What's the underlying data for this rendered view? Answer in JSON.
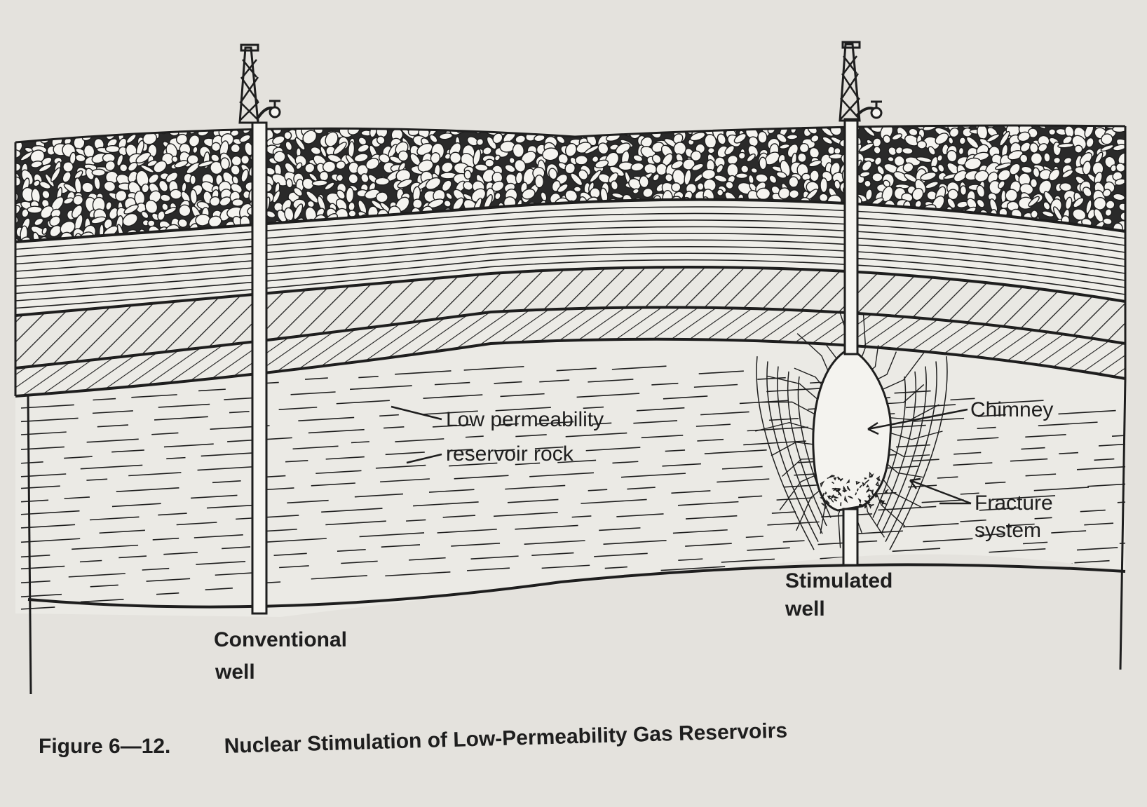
{
  "labels": {
    "reservoir_line1": "Low permeability",
    "reservoir_line2": "reservoir rock",
    "chimney": "Chimney",
    "fracture_line1": "Fracture",
    "fracture_line2": "system",
    "stimulated_line1": "Stimulated",
    "stimulated_line2": "well",
    "conventional_line1": "Conventional",
    "conventional_line2": "well"
  },
  "caption": {
    "number": "Figure 6—12.",
    "title": "Nuclear Stimulation of Low-Permeability Gas Reservoirs"
  },
  "colors": {
    "paper": "#e4e2dd",
    "ink": "#1e1e1e",
    "pebble_fill": "#f5f4f0"
  }
}
